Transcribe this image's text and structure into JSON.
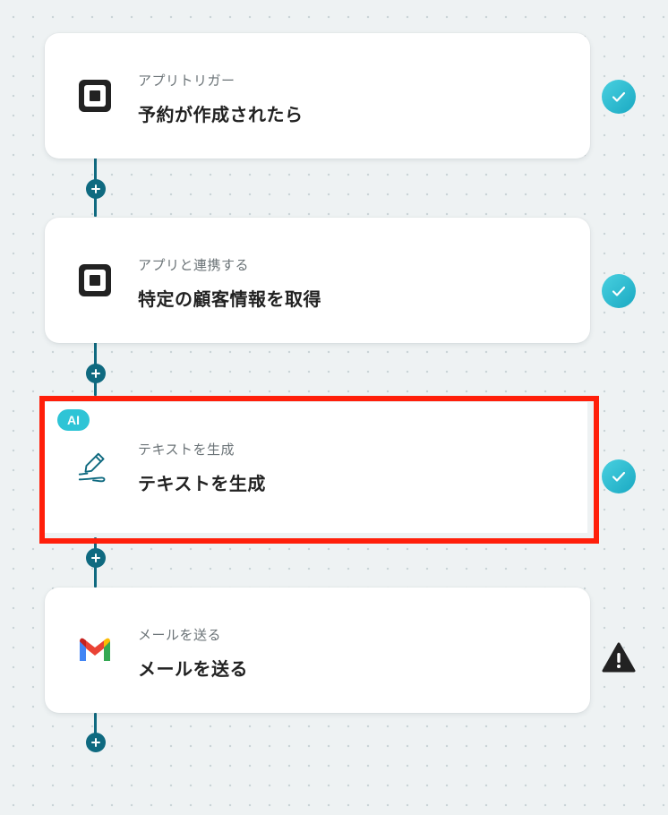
{
  "flow": {
    "steps": [
      {
        "subtitle": "アプリトリガー",
        "title": "予約が作成されたら",
        "icon": "square-app-icon",
        "status": "success"
      },
      {
        "subtitle": "アプリと連携する",
        "title": "特定の顧客情報を取得",
        "icon": "square-app-icon",
        "status": "success"
      },
      {
        "badge": "AI",
        "subtitle": "テキストを生成",
        "title": "テキストを生成",
        "icon": "pen-write-icon",
        "status": "success",
        "highlighted": true
      },
      {
        "subtitle": "メールを送る",
        "title": "メールを送る",
        "icon": "gmail-icon",
        "status": "warning"
      }
    ]
  },
  "colors": {
    "connector": "#0f6a80",
    "check": "#1aa9c2",
    "highlight": "#ff1f0a",
    "ai_badge": "#2ec4d6"
  }
}
